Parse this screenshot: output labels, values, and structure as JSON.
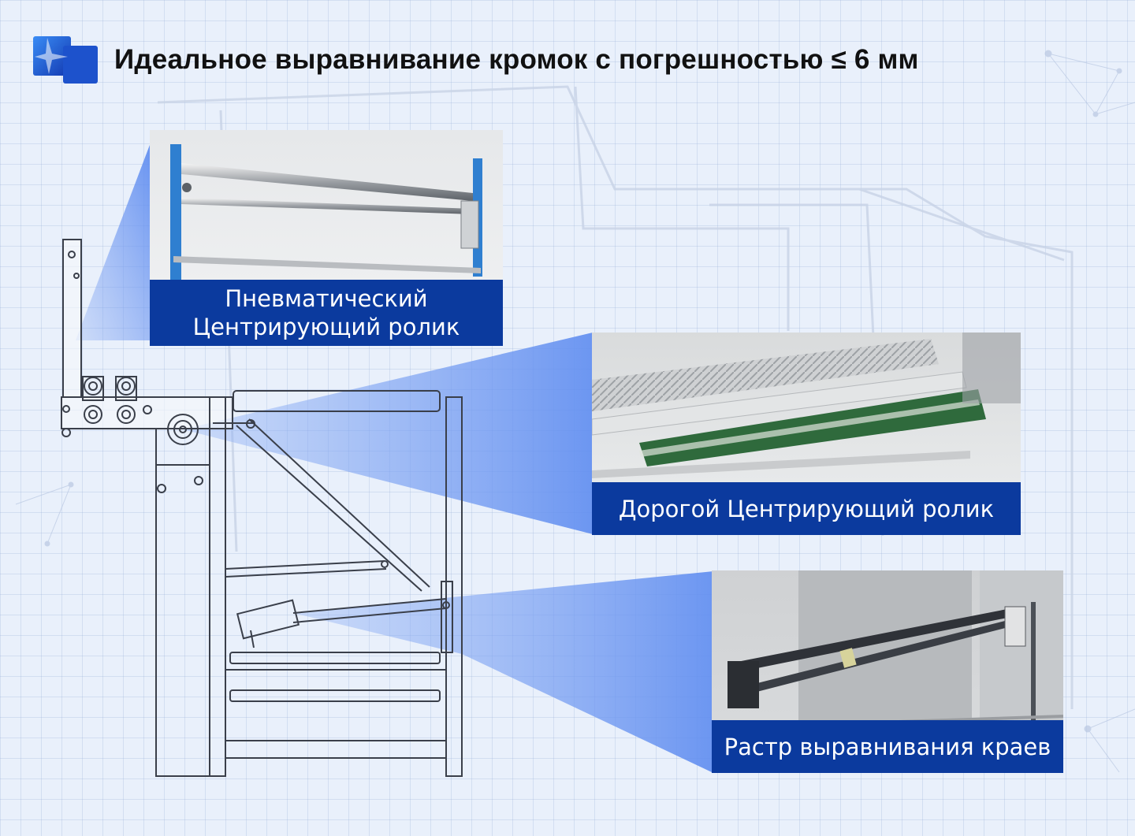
{
  "title": "Идеальное выравнивание кромок с погрешностью ≤ 6 мм",
  "callouts": {
    "pneumatic": {
      "line1": "Пневматический",
      "line2": "Центрирующий ролик"
    },
    "expensive": {
      "label": "Дорогой Центрирующий ролик"
    },
    "raster": {
      "label": "Растр выравнивания краев"
    }
  },
  "colors": {
    "accent": "#0b3a9e",
    "beam": "#6f96f2",
    "background": "#e9f0fb",
    "roller_green": "#2f6a3c",
    "frame_blue": "#2f7fd0"
  }
}
